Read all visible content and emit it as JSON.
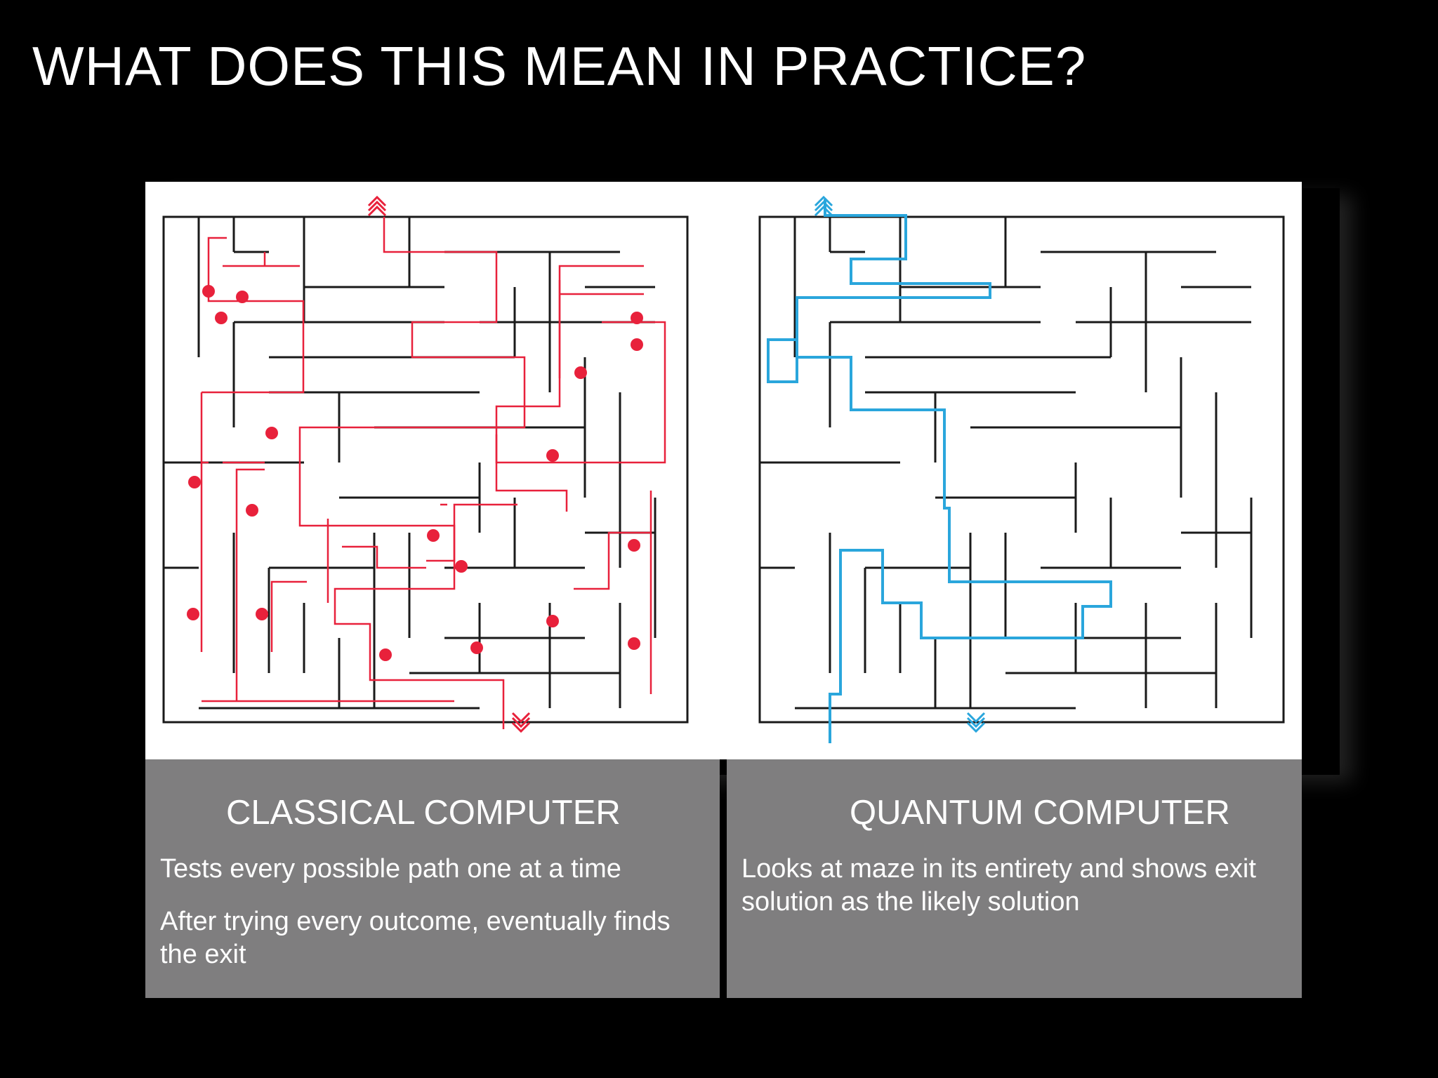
{
  "slide": {
    "title": "WHAT DOES THIS MEAN IN PRACTICE?"
  },
  "panels": [
    {
      "heading": "CLASSICAL COMPUTER",
      "bullets": [
        "Tests every possible path one at a time",
        "After trying every outcome, eventually finds the exit"
      ],
      "path_color": "#e8213b"
    },
    {
      "heading": "QUANTUM COMPUTER",
      "bullets": [
        "Looks at maze in its entirety and shows exit solution as the likely solution"
      ],
      "path_color": "#2aa6dc"
    }
  ],
  "colors": {
    "background": "#000000",
    "caption_box": "#7f7e7f",
    "maze_wall": "#1a1a1a"
  }
}
